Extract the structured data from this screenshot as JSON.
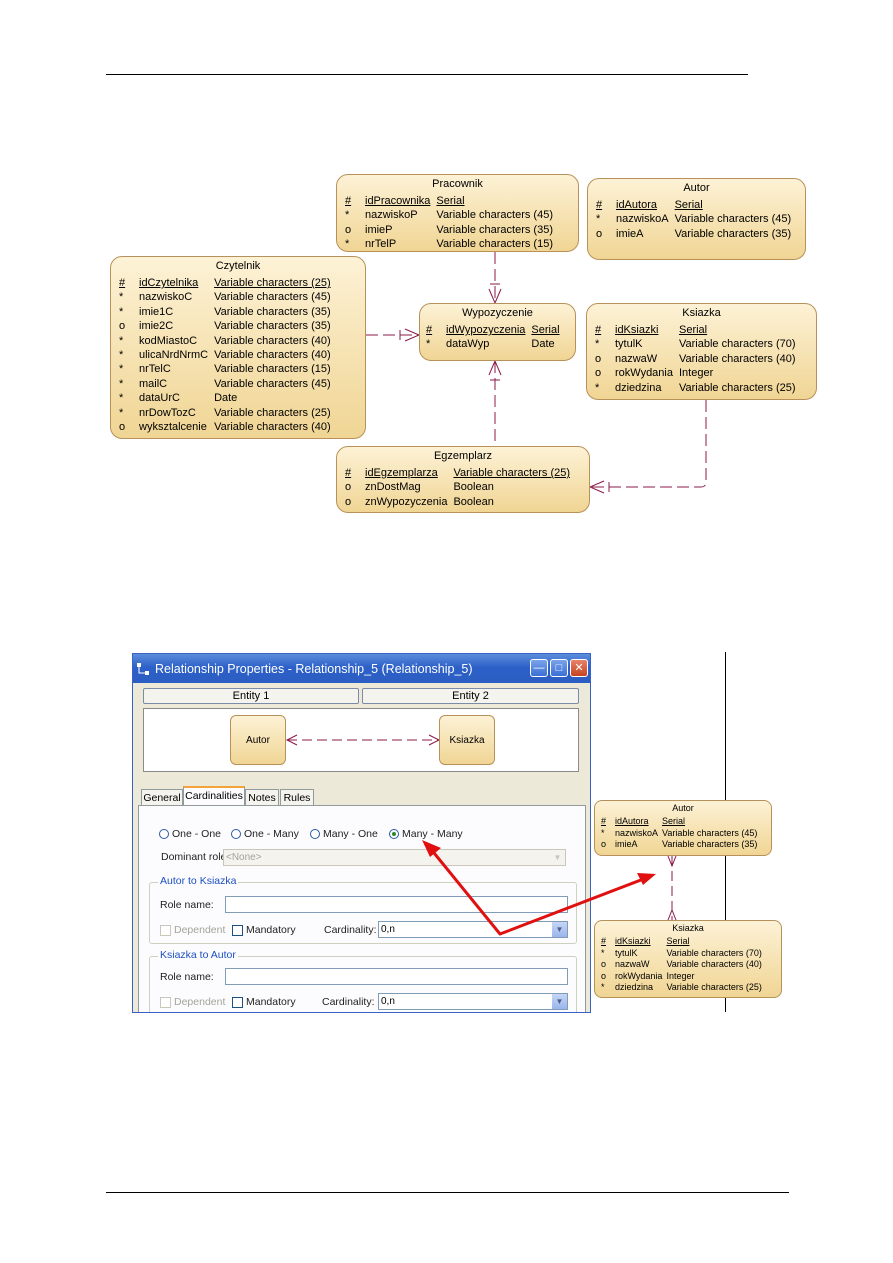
{
  "entities": {
    "pracownik": {
      "name": "Pracownik",
      "attributes": [
        {
          "mark": "#",
          "name": "idPracownika",
          "type": "Serial",
          "pk": true
        },
        {
          "mark": "*",
          "name": "nazwiskoP",
          "type": "Variable characters (45)"
        },
        {
          "mark": "o",
          "name": "imieP",
          "type": "Variable characters (35)"
        },
        {
          "mark": "*",
          "name": "nrTelP",
          "type": "Variable characters (15)"
        }
      ]
    },
    "autor": {
      "name": "Autor",
      "attributes": [
        {
          "mark": "#",
          "name": "idAutora",
          "type": "Serial",
          "pk": true
        },
        {
          "mark": "*",
          "name": "nazwiskoA",
          "type": "Variable characters (45)"
        },
        {
          "mark": "o",
          "name": "imieA",
          "type": "Variable characters (35)"
        }
      ]
    },
    "czytelnik": {
      "name": "Czytelnik",
      "attributes": [
        {
          "mark": "#",
          "name": "idCzytelnika",
          "type": "Variable characters (25)",
          "pk": true
        },
        {
          "mark": "*",
          "name": "nazwiskoC",
          "type": "Variable characters (45)"
        },
        {
          "mark": "*",
          "name": "imie1C",
          "type": "Variable characters (35)"
        },
        {
          "mark": "o",
          "name": "imie2C",
          "type": "Variable characters (35)"
        },
        {
          "mark": "*",
          "name": "kodMiastoC",
          "type": "Variable characters (40)"
        },
        {
          "mark": "*",
          "name": "ulicaNrdNrmC",
          "type": "Variable characters (40)"
        },
        {
          "mark": "*",
          "name": "nrTelC",
          "type": "Variable characters (15)"
        },
        {
          "mark": "*",
          "name": "mailC",
          "type": "Variable characters (45)"
        },
        {
          "mark": "*",
          "name": "dataUrC",
          "type": "Date"
        },
        {
          "mark": "*",
          "name": "nrDowTozC",
          "type": "Variable characters (25)"
        },
        {
          "mark": "o",
          "name": "wyksztalcenie",
          "type": "Variable characters (40)"
        }
      ]
    },
    "wypozyczenie": {
      "name": "Wypozyczenie",
      "attributes": [
        {
          "mark": "#",
          "name": "idWypozyczenia",
          "type": "Serial",
          "pk": true
        },
        {
          "mark": "*",
          "name": "dataWyp",
          "type": "Date"
        }
      ]
    },
    "ksiazka": {
      "name": "Ksiazka",
      "attributes": [
        {
          "mark": "#",
          "name": "idKsiazki",
          "type": "Serial",
          "pk": true
        },
        {
          "mark": "*",
          "name": "tytulK",
          "type": "Variable characters (70)"
        },
        {
          "mark": "o",
          "name": "nazwaW",
          "type": "Variable characters (40)"
        },
        {
          "mark": "o",
          "name": "rokWydania",
          "type": "Integer"
        },
        {
          "mark": "*",
          "name": "dziedzina",
          "type": "Variable characters (25)"
        }
      ]
    },
    "egzemplarz": {
      "name": "Egzemplarz",
      "attributes": [
        {
          "mark": "#",
          "name": "idEgzemplarza",
          "type": "Variable characters (25)",
          "pk": true
        },
        {
          "mark": "o",
          "name": "znDostMag",
          "type": "Boolean"
        },
        {
          "mark": "o",
          "name": "znWypozyczenia",
          "type": "Boolean"
        }
      ]
    }
  },
  "dialog": {
    "title": "Relationship Properties - Relationship_5 (Relationship_5)",
    "entity1_label": "Entity 1",
    "entity2_label": "Entity 2",
    "preview_left": "Autor",
    "preview_right": "Ksiazka",
    "tabs": [
      "General",
      "Cardinalities",
      "Notes",
      "Rules"
    ],
    "active_tab": "Cardinalities",
    "radios": [
      "One - One",
      "One - Many",
      "Many - One",
      "Many - Many"
    ],
    "selected_radio": "Many - Many",
    "dominant_role_label": "Dominant role:",
    "dominant_role_value": "<None>",
    "group1_title": "Autor to Ksiazka",
    "group2_title": "Ksiazka to Autor",
    "role_name_label": "Role name:",
    "dependent_label": "Dependent",
    "mandatory_label": "Mandatory",
    "cardinality_label": "Cardinality:",
    "cardinality1_value": "0,n",
    "cardinality2_value": "0,n"
  },
  "colors": {
    "entity_fill": "#f0d594",
    "entity_border": "#b8915a",
    "relation_line": "#8b1a4a",
    "arrow": "#e01010",
    "titlebar": "#2d61c8"
  }
}
